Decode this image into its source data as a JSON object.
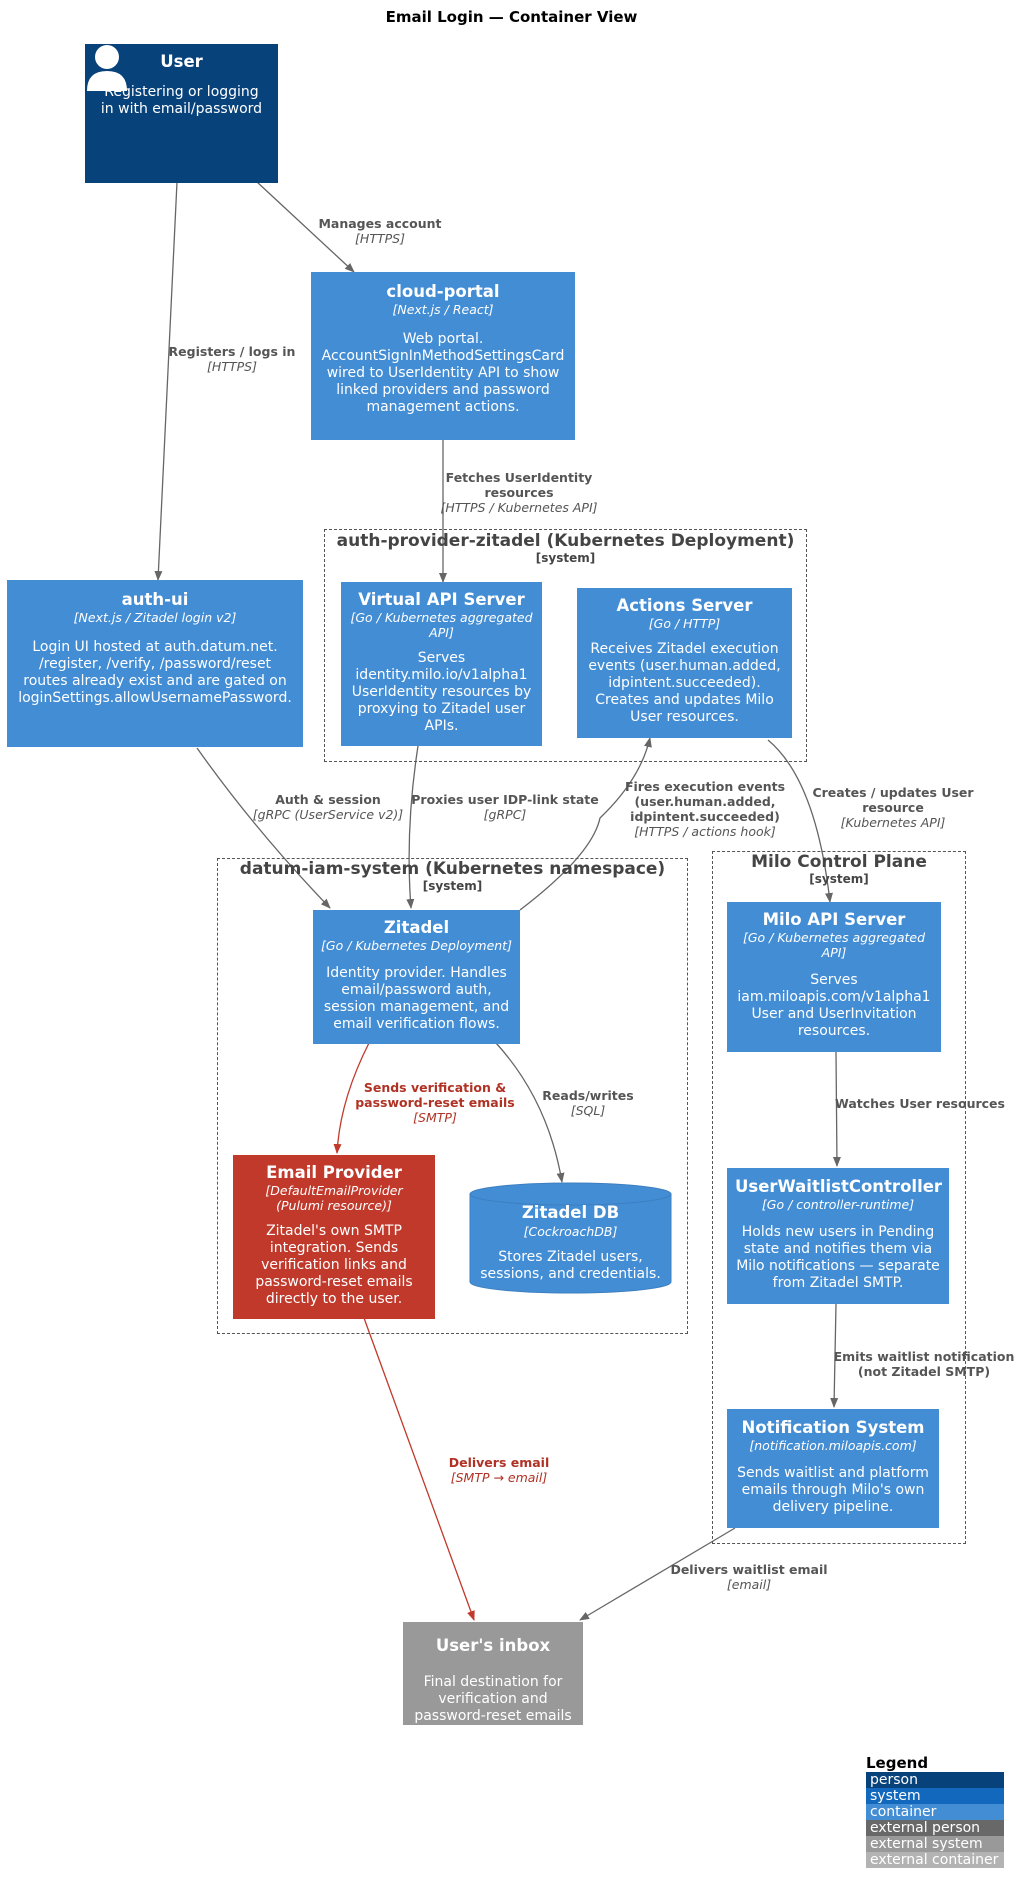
{
  "title": "Email Login — Container View",
  "nodes": {
    "user": {
      "name": "User",
      "desc": "Registering or logging in with email/password",
      "icon": "person-icon"
    },
    "cloud_portal": {
      "name": "cloud-portal",
      "tech": "[Next.js / React]",
      "desc": "Web portal. AccountSignInMethodSettingsCard wired to UserIdentity API to show linked providers and password management actions."
    },
    "auth_ui": {
      "name": "auth-ui",
      "tech": "[Next.js / Zitadel login v2]",
      "desc": "Login UI hosted at auth.datum.net. /register, /verify, /password/reset routes already exist and are gated on loginSettings.allowUsernamePassword."
    },
    "virtual_api": {
      "name": "Virtual API Server",
      "tech": "[Go / Kubernetes aggregated API]",
      "desc": "Serves identity.milo.io/v1alpha1 UserIdentity resources by proxying to Zitadel user APIs."
    },
    "actions_server": {
      "name": "Actions Server",
      "tech": "[Go / HTTP]",
      "desc": "Receives Zitadel execution events (user.human.added, idpintent.succeeded). Creates and updates Milo User resources."
    },
    "zitadel": {
      "name": "Zitadel",
      "tech": "[Go / Kubernetes Deployment]",
      "desc": "Identity provider. Handles email/password auth, session management, and email verification flows."
    },
    "email_provider": {
      "name": "Email Provider",
      "tech": "[DefaultEmailProvider (Pulumi resource)]",
      "desc": "Zitadel's own SMTP integration. Sends verification links and password-reset emails directly to the user."
    },
    "zitadel_db": {
      "name": "Zitadel DB",
      "tech": "[CockroachDB]",
      "desc": "Stores Zitadel users, sessions, and credentials."
    },
    "milo_api": {
      "name": "Milo API Server",
      "tech": "[Go / Kubernetes aggregated API]",
      "desc": "Serves iam.miloapis.com/v1alpha1 User and UserInvitation resources."
    },
    "waitlist_controller": {
      "name": "UserWaitlistController",
      "tech": "[Go / controller-runtime]",
      "desc": "Holds new users in Pending state and notifies them via Milo notifications — separate from Zitadel SMTP."
    },
    "notification_system": {
      "name": "Notification System",
      "tech": "[notification.miloapis.com]",
      "desc": "Sends waitlist and platform emails through Milo's own delivery pipeline."
    },
    "inbox": {
      "name": "User's inbox",
      "desc": "Final destination for verification and password-reset emails"
    }
  },
  "boundaries": {
    "auth_provider": {
      "name": "auth-provider-zitadel (Kubernetes Deployment)",
      "type": "[system]"
    },
    "datum_iam": {
      "name": "datum-iam-system (Kubernetes namespace)",
      "type": "[system]"
    },
    "milo": {
      "name": "Milo Control Plane",
      "type": "[system]"
    }
  },
  "edges": {
    "manages_account": {
      "desc": "Manages account",
      "proto": "[HTTPS]"
    },
    "registers": {
      "desc": "Registers / logs in",
      "proto": "[HTTPS]"
    },
    "fetches_identity": {
      "desc": "Fetches UserIdentity resources",
      "proto": "[HTTPS / Kubernetes API]"
    },
    "auth_session": {
      "desc": "Auth & session",
      "proto": "[gRPC (UserService v2)]"
    },
    "proxies_idp": {
      "desc": "Proxies user IDP-link state",
      "proto": "[gRPC]"
    },
    "fires_events": {
      "desc": "Fires execution events (user.human.added, idpintent.succeeded)",
      "proto": "[HTTPS / actions hook]"
    },
    "creates_user": {
      "desc": "Creates / updates User resource",
      "proto": "[Kubernetes API]"
    },
    "sends_verification": {
      "desc": "Sends verification & password-reset emails",
      "proto": "[SMTP]"
    },
    "reads_writes": {
      "desc": "Reads/writes",
      "proto": "[SQL]"
    },
    "watches_users": {
      "desc": "Watches User resources",
      "proto": ""
    },
    "emits_waitlist": {
      "desc": "Emits waitlist notification (not Zitadel SMTP)",
      "proto": ""
    },
    "delivers_email": {
      "desc": "Delivers email",
      "proto": "[SMTP → email]"
    },
    "delivers_waitlist": {
      "desc": "Delivers waitlist email",
      "proto": "[email]"
    }
  },
  "legend": {
    "title": "Legend",
    "items": [
      {
        "label": "person",
        "color": "#08427b"
      },
      {
        "label": "system",
        "color": "#1168bd"
      },
      {
        "label": "container",
        "color": "#438dd5"
      },
      {
        "label": "external person",
        "color": "#686868"
      },
      {
        "label": "external system",
        "color": "#999999"
      },
      {
        "label": "external container",
        "color": "#b3b3b3"
      }
    ]
  },
  "colors": {
    "person": "#08427b",
    "container": "#438dd5",
    "danger": "#c0392b",
    "external": "#999999",
    "edge": "#666666",
    "edge_danger": "#c0392b"
  }
}
